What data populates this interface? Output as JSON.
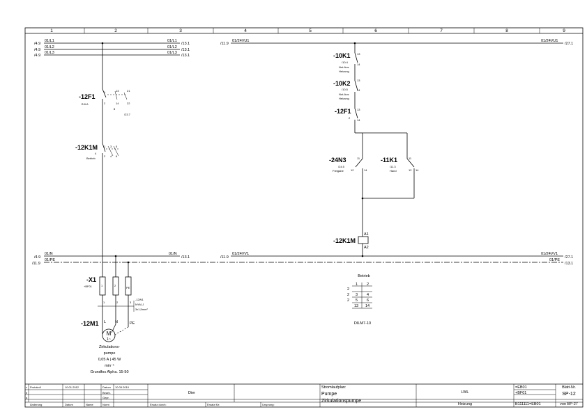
{
  "columns": [
    "1",
    "2",
    "3",
    "4",
    "5",
    "6",
    "7",
    "8",
    "9"
  ],
  "buses": {
    "l1_left": "/4.9",
    "l1_name": "01/L1",
    "l1_right_name": "01/L1",
    "l1_right": "/13.1",
    "l2_left": "/4.9",
    "l2_name": "01/L2",
    "l2_right_name": "01/L2",
    "l2_right": "/13.1",
    "l3_left": "/4.9",
    "l3_name": "01/L3",
    "l3_right_name": "01/L3",
    "l3_right": "/13.1",
    "u1_left": "/11.9",
    "u1_name": "01/24VU1",
    "u1_right_name": "01/24VU1",
    "u1_right": "/27.1",
    "n_left": "/4.9",
    "n_name": "01/N",
    "n_right_name": "01/N",
    "n_right": "/13.1",
    "v1_left": "/11.9",
    "v1_name": "01/24VV1",
    "v1_right_name": "01/24VV1",
    "v1_right": "/27.1",
    "pe_left": "/11.9",
    "pe_name": "01/PE",
    "pe_right_name": "01/PE",
    "pe_right": "/13.1"
  },
  "power": {
    "f1_tag": "-12F1",
    "f1_rating": "B 6 A",
    "f1_t1": "1",
    "f1_t2": "2",
    "f1_aux_13": "13",
    "f1_aux_14": "14",
    "f1_aux_21": "21",
    "f1_aux_22": "22",
    "f1_aux_ref1": "8",
    "f1_aux_ref2": "/23.7",
    "k1m_tag": "-12K1M",
    "k1m_ref": "4",
    "k1m_func": "Betrieb",
    "k1m_t1": "1",
    "k1m_t3": "3",
    "k1m_t5": "5",
    "k1m_t2": "2",
    "k1m_t4": "4",
    "k1m_t6": "6",
    "x1_tag": "-X1",
    "x1_loc": "+BF01",
    "x1_t1": "1",
    "x1_t2": "2",
    "x1_tpe": "PE",
    "x1_b1": "1",
    "x1_b2": "2",
    "x1_b3": "3",
    "w1_tag": "-12W1",
    "w1_type": "NYM-J",
    "w1_spec": "3x1,5mm²",
    "m_tag": "-12M1",
    "m_L": "L",
    "m_N": "N",
    "m_PE": "PE",
    "m_symbol": "M",
    "m_phase": "1~",
    "m_desc1": "Zirkulations-",
    "m_desc2": "pumpe",
    "m_desc3": "0,05 A | 45 W",
    "m_desc4": "min⁻¹",
    "m_desc5": "Grundfos Alpha. 15-50"
  },
  "control": {
    "k10_tag": "-10K1",
    "k10_t13": "13",
    "k10_t14": "14",
    "k10_ref": "/10.4",
    "k10_f1": "Not-Aus",
    "k10_f2": "Heizung",
    "k20_tag": "-10K2",
    "k20_t13": "13",
    "k20_t14": "14",
    "k20_ref": "/10.5",
    "k20_f1": "Not-Aus",
    "k20_f2": "Heizung",
    "f1_tag": "-12F1",
    "f1_t13": "13",
    "f1_t14": "14",
    "f1_ref": "2",
    "n3_tag": "-24N3",
    "n3_t11": "11",
    "n3_t12": "12",
    "n3_t14": "14",
    "n3_ref": "/24.5",
    "n3_func": "Freigabe",
    "k11_tag": "-11K1",
    "k11_t11": "11",
    "k11_t12": "12",
    "k11_t14": "14",
    "k11_ref": "/11.3",
    "k11_func": "Hand",
    "coil_tag": "-12K1M",
    "coil_a1": "A1",
    "coil_a2": "A2"
  },
  "contact_table": {
    "title": "Betrieb",
    "rows": [
      {
        "ref": "2",
        "a": "1",
        "b": "2"
      },
      {
        "ref": "2",
        "a": "3",
        "b": "4"
      },
      {
        "ref": "2",
        "a": "5",
        "b": "6"
      },
      {
        "ref": "",
        "a": "13",
        "b": "14"
      }
    ],
    "model": "DILM7-10"
  },
  "title_block": {
    "rev_c": "c",
    "rev_b": "b",
    "rev_a": "a",
    "c_text": "Protokoll",
    "c_date": "10.01.2012",
    "aenderung": "Änderung",
    "datum": "Datum",
    "name": "Name",
    "norm": "Norm",
    "datum_label": "Datum",
    "datum_value": "10.05.2010",
    "bearb": "Bearb.",
    "gepr": "Gepr.",
    "company": "Dier",
    "ersatz_durch": "Ersatz durch:",
    "ersatz_fuer": "Ersatz für:",
    "ursprung": "Ursprung:",
    "plan_label": "Stromlaufplan:",
    "plan_title1": "Pumpe",
    "plan_title2": "Zirkulationspumpe",
    "lwl": "LWL",
    "heizung": "Heizung",
    "eb1": "=EB01",
    "bf1": "+BF01",
    "doc": "B111111=EB01",
    "blatt_label": "Blatt-Nr.",
    "blatt": "SP-12",
    "von": "von BP-27"
  }
}
